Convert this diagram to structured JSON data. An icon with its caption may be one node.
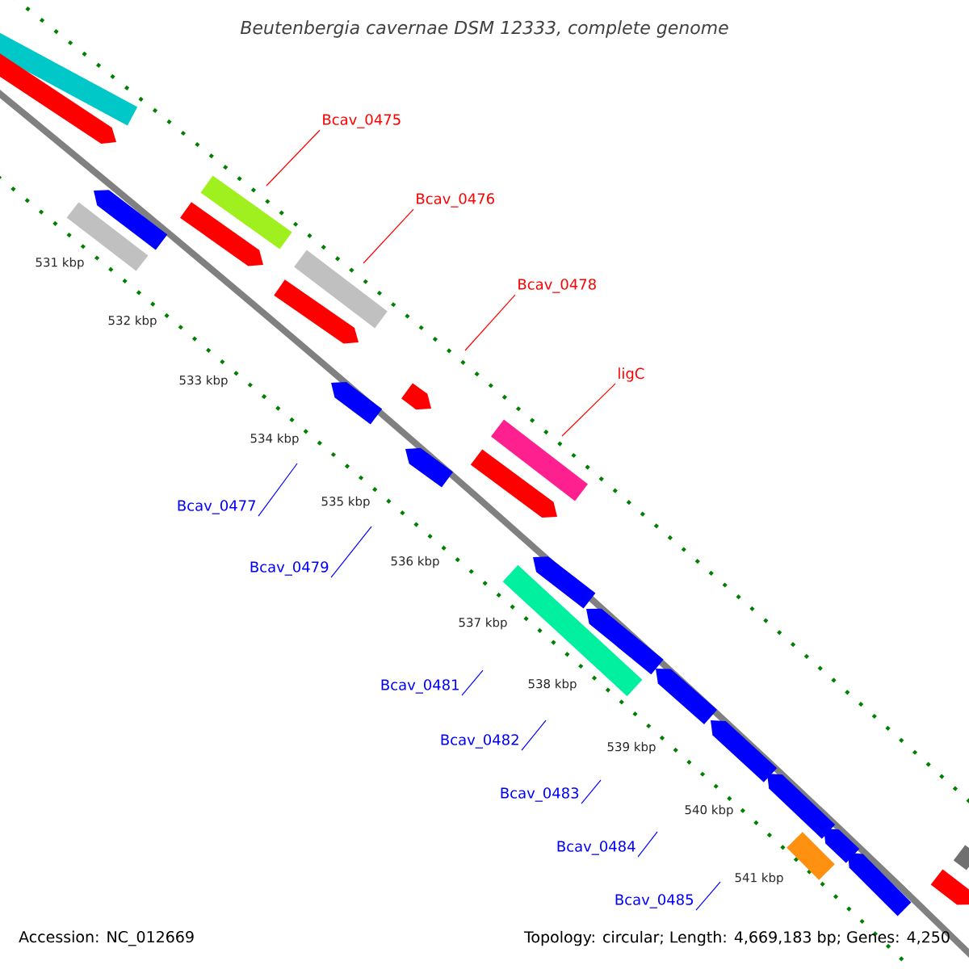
{
  "diagram": {
    "title": "Beutenbergia cavernae DSM 12333, complete genome",
    "nodes": [
      {
        "text": [
          "Bcav_0475"
        ]
      },
      {
        "text": [
          "Bcav_0476"
        ]
      },
      {
        "text": [
          "Bcav_0478"
        ]
      },
      {
        "text": [
          "ligC"
        ]
      },
      {
        "text": [
          "Bcav_0477"
        ]
      },
      {
        "text": [
          "Bcav_0479"
        ]
      },
      {
        "text": [
          "Bcav_0481"
        ]
      },
      {
        "text": [
          "Bcav_0482"
        ]
      },
      {
        "text": [
          "Bcav_0483"
        ]
      },
      {
        "text": [
          "Bcav_0484"
        ]
      },
      {
        "text": [
          "Bcav_0485"
        ]
      }
    ],
    "edges": [
      {
        "from": 0,
        "to": null,
        "arrow": "none",
        "color": "#ff0000"
      },
      {
        "from": 1,
        "to": null,
        "arrow": "none",
        "color": "#ff0000"
      },
      {
        "from": 2,
        "to": null,
        "arrow": "none",
        "color": "#ff0000"
      },
      {
        "from": 3,
        "to": null,
        "arrow": "none",
        "color": "#ff0000"
      },
      {
        "from": 4,
        "to": null,
        "arrow": "none",
        "color": "#0000ff"
      },
      {
        "from": 5,
        "to": null,
        "arrow": "none",
        "color": "#0000ff"
      },
      {
        "from": 6,
        "to": null,
        "arrow": "none",
        "color": "#0000ff"
      },
      {
        "from": 7,
        "to": null,
        "arrow": "none",
        "color": "#0000ff"
      },
      {
        "from": 8,
        "to": null,
        "arrow": "none",
        "color": "#0000ff"
      },
      {
        "from": 9,
        "to": null,
        "arrow": "none",
        "color": "#0000ff"
      },
      {
        "from": 10,
        "to": null,
        "arrow": "none",
        "color": "#0000ff"
      }
    ],
    "labels": [
      "531 kbp",
      "532 kbp",
      "533 kbp",
      "534 kbp",
      "535 kbp",
      "536 kbp",
      "537 kbp",
      "538 kbp",
      "539 kbp",
      "540 kbp",
      "541 kbp",
      "Accession: NC_012669",
      "Topology: circular; Length: 4,669,183 bp; Genes: 4,250"
    ]
  }
}
